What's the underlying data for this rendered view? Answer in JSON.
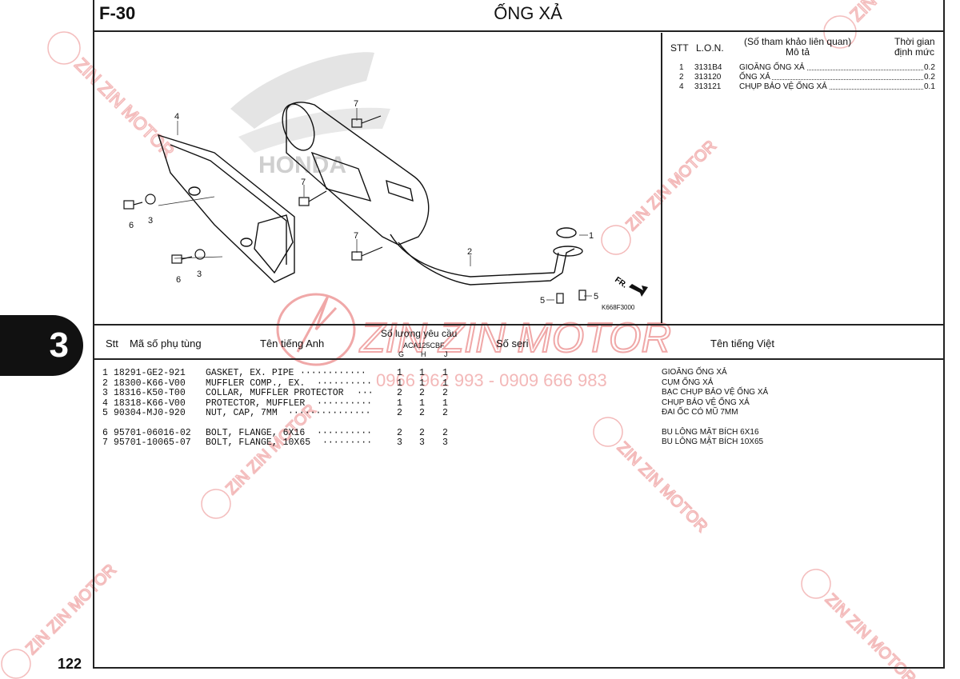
{
  "header": {
    "code": "F-30",
    "title": "ỐNG XẢ"
  },
  "side_tab": {
    "label": "3"
  },
  "page_number": "122",
  "diagram": {
    "callouts": [
      "4",
      "7",
      "7",
      "7",
      "6",
      "3",
      "6",
      "3",
      "2",
      "1",
      "5",
      "5"
    ],
    "front_label": "FR.",
    "brand_text": "HONDA",
    "figure_code": "K668F3000"
  },
  "reference_panel": {
    "headers": {
      "stt": "STT",
      "lon": "L.O.N.",
      "desc_top": "(Số tham khảo liên quan)",
      "desc_bottom": "Mô tả",
      "time_top": "Thời gian",
      "time_bottom": "định mức"
    },
    "rows": [
      {
        "stt": "1",
        "lon": "3131B4",
        "desc": "GIOĂNG ỐNG XẢ",
        "time": "0.2"
      },
      {
        "stt": "2",
        "lon": "313120",
        "desc": "ỐNG XẢ",
        "time": "0.2"
      },
      {
        "stt": "4",
        "lon": "313121",
        "desc": "CHỤP BẢO VỆ ỐNG XẢ",
        "time": "0.1"
      }
    ]
  },
  "parts_table": {
    "headers": {
      "stt": "Stt",
      "part_no": "Mã số phụ tùng",
      "english": "Tên tiếng Anh",
      "qty": "Số lượng yêu cầu",
      "model": "ACA125CBF",
      "cols": [
        "G",
        "H",
        "J"
      ],
      "serial": "Số seri",
      "vietnamese": "Tên tiếng Việt"
    },
    "rows": [
      {
        "stt": "1",
        "part_no": "18291-GE2-921",
        "english": "GASKET, EX. PIPE",
        "dots": "············",
        "g": "1",
        "h": "1",
        "j": "1",
        "viet": "GIOĂNG ỐNG XẢ"
      },
      {
        "stt": "2",
        "part_no": "18300-K66-V00",
        "english": "MUFFLER COMP., EX.",
        "dots": "··········",
        "g": "1",
        "h": "1",
        "j": "1",
        "viet": "CỤM ỐNG XẢ"
      },
      {
        "stt": "3",
        "part_no": "18316-K50-T00",
        "english": "COLLAR, MUFFLER PROTECTOR",
        "dots": "···",
        "g": "2",
        "h": "2",
        "j": "2",
        "viet": "BẠC CHỤP BẢO VỆ ỐNG XẢ"
      },
      {
        "stt": "4",
        "part_no": "18318-K66-V00",
        "english": "PROTECTOR, MUFFLER",
        "dots": "··········",
        "g": "1",
        "h": "1",
        "j": "1",
        "viet": "CHỤP BẢO VỆ ỐNG XẢ"
      },
      {
        "stt": "5",
        "part_no": "90304-MJ0-920",
        "english": "NUT, CAP, 7MM",
        "dots": "···············",
        "g": "2",
        "h": "2",
        "j": "2",
        "viet": "ĐAI ỐC CÓ MŨ 7MM"
      },
      {
        "stt": "6",
        "part_no": "95701-06016-02",
        "english": "BOLT, FLANGE, 6X16",
        "dots": "··········",
        "g": "2",
        "h": "2",
        "j": "2",
        "viet": "BU LÔNG MẶT BÍCH 6X16"
      },
      {
        "stt": "7",
        "part_no": "95701-10065-07",
        "english": "BOLT, FLANGE, 10X65",
        "dots": "·········",
        "g": "3",
        "h": "3",
        "j": "3",
        "viet": "BU LÔNG MẶT BÍCH 10X65"
      }
    ]
  },
  "watermark": {
    "brand": "ZIN ZIN MOTOR",
    "phones": "0966 962 993 - 0909 666 983",
    "color": "#e87070"
  }
}
